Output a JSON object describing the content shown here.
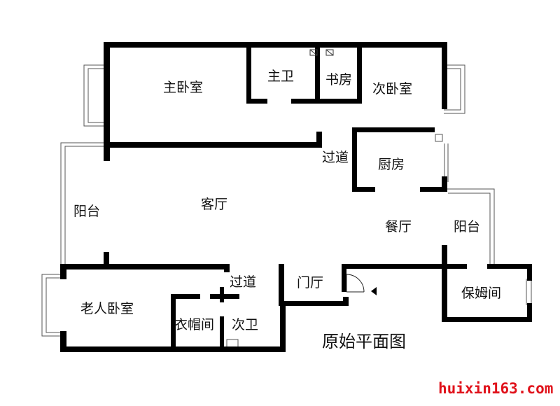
{
  "plan": {
    "title": "原始平面图",
    "watermark": "huixin163.com",
    "rooms": {
      "master_bedroom": "主卧室",
      "master_bath": "主卫",
      "study": "书房",
      "second_bedroom": "次卧室",
      "corridor_top": "过道",
      "kitchen": "厨房",
      "balcony_left": "阳台",
      "living_room": "客厅",
      "dining_room": "餐厅",
      "balcony_right": "阳台",
      "corridor_bottom": "过道",
      "entrance_hall": "门厅",
      "nanny_room": "保姆间",
      "elder_bedroom": "老人卧室",
      "cloakroom": "衣帽间",
      "second_bath": "次卫"
    }
  }
}
